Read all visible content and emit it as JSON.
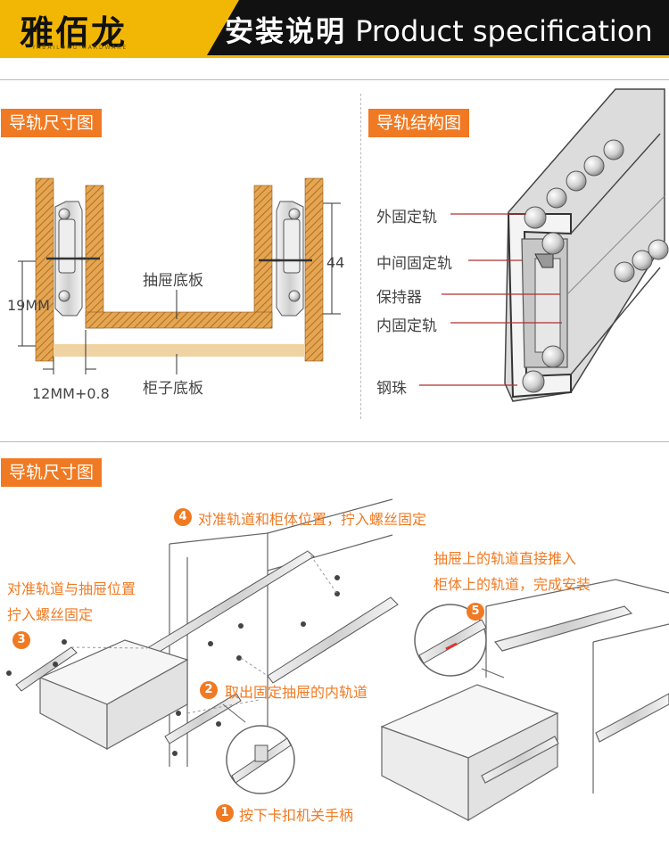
{
  "header": {
    "brand": "雅佰龙",
    "brand_sub": "YABAILONG·HARDWARE",
    "title_cn": "安装说明",
    "title_en": "Product specification"
  },
  "section1": {
    "tag": "导轨尺寸图",
    "dim_left": "19MM",
    "dim_bottom": "12MM+0.8",
    "dim_right": "44",
    "label_drawer_bottom": "抽屉底板",
    "label_cabinet_bottom": "柜子底板"
  },
  "section2": {
    "tag": "导轨结构图",
    "parts": [
      "外固定轨",
      "中间固定轨",
      "保持器",
      "内固定轨",
      "钢珠"
    ]
  },
  "section3": {
    "tag": "导轨尺寸图",
    "steps": [
      {
        "num": "1",
        "text": "按下卡扣机关手柄"
      },
      {
        "num": "2",
        "text": "取出固定抽屉的内轨道"
      },
      {
        "num": "3",
        "text": "对准轨道与抽屉位置",
        "text2": "拧入螺丝固定"
      },
      {
        "num": "4",
        "text": "对准轨道和柜体位置，拧入螺丝固定"
      },
      {
        "num": "5",
        "text": "抽屉上的轨道直接推入",
        "text2": "柜体上的轨道，完成安装"
      }
    ]
  },
  "colors": {
    "accent": "#f07a23",
    "brand": "#f2b705",
    "wood": "#d9973f",
    "board": "#efd3a3"
  }
}
